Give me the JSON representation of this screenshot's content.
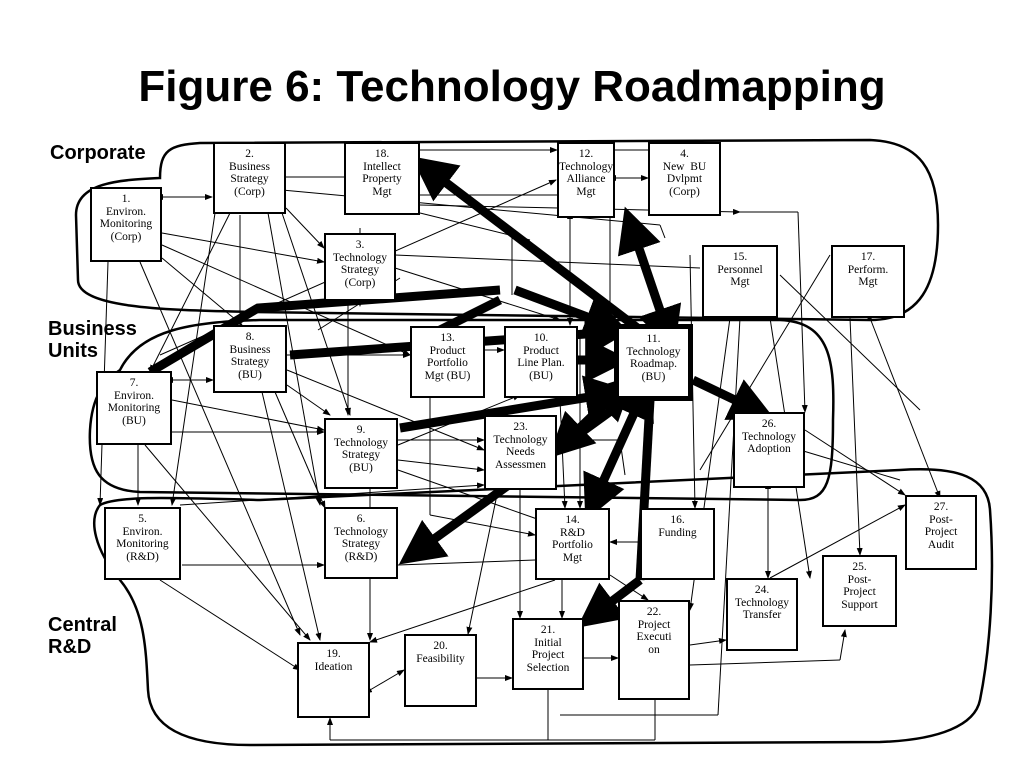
{
  "title": "Figure 6:  Technology Roadmapping",
  "sections": {
    "corporate": "Corporate",
    "business_units": "Business\nUnits",
    "central_rd": "Central\nR&D"
  },
  "nodes": {
    "n1": "1.\nEnviron.\nMonitoring\n(Corp)",
    "n2": "2.\nBusiness\nStrategy\n(Corp)",
    "n3": "3.\nTechnology\nStrategy\n(Corp)",
    "n4": "4.\nNew  BU\nDvlpmt\n(Corp)",
    "n5": "5.\nEnviron.\nMonitoring\n(R&D)",
    "n6": "6.\nTechnology\nStrategy\n(R&D)",
    "n7": "7.\nEnviron.\nMonitoring\n(BU)",
    "n8": "8.\nBusiness\nStrategy\n(BU)",
    "n9": "9.\nTechnology\nStrategy\n(BU)",
    "n10": "10.\nProduct\nLine Plan.\n(BU)",
    "n11": "11.\nTechnology\nRoadmap.\n(BU)",
    "n12": "12.\nTechnology\nAlliance\nMgt",
    "n13": "13.\nProduct\nPortfolio\nMgt (BU)",
    "n14": "14.\nR&D\nPortfolio\nMgt",
    "n15": "15.\nPersonnel\nMgt",
    "n16": "16.\nFunding",
    "n17": "17.\nPerform.\nMgt",
    "n18": "18.\nIntellect\nProperty\nMgt",
    "n19": "19.\nIdeation",
    "n20": "20.\nFeasibility",
    "n21": "21.\nInitial\nProject\nSelection",
    "n22": "22.\nProject\nExecuti\non",
    "n23": "23.\nTechnology\nNeeds\nAssessmen",
    "n24": "24.\nTechnology\nTransfer",
    "n25": "25.\nPost-\nProject\nSupport",
    "n26": "26.\nTechnology\nAdoption",
    "n27": "27.\nPost-\nProject\nAudit"
  }
}
